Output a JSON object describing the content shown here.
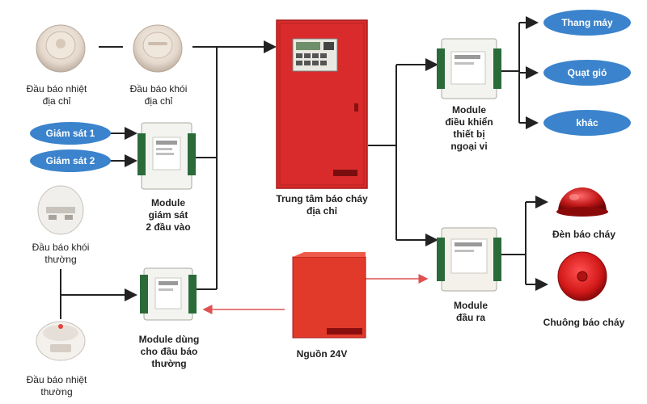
{
  "labels": {
    "heat_addr": [
      "Đầu báo nhiệt",
      "địa chỉ"
    ],
    "smoke_addr": [
      "Đầu báo khói",
      "địa chỉ"
    ],
    "monitor_module": [
      "Module",
      "giám sát",
      "2 đầu vào"
    ],
    "smoke_conv": [
      "Đầu báo khói",
      "thường"
    ],
    "heat_conv": [
      "Đầu báo nhiệt",
      "thường"
    ],
    "conv_module": [
      "Module dùng",
      "cho đầu báo",
      "thường"
    ],
    "panel": [
      "Trung tâm báo cháy",
      "địa chỉ"
    ],
    "power": [
      "Nguồn 24V"
    ],
    "control_module": [
      "Module",
      "điều khiển",
      "thiết bị",
      "ngoại vi"
    ],
    "output_module": [
      "Module",
      "đầu ra"
    ],
    "strobe": [
      "Đèn báo cháy"
    ],
    "bell": [
      "Chuông báo cháy"
    ]
  },
  "pills": {
    "monitor_1": "Giám sát 1",
    "monitor_2": "Giám sát 2",
    "elevator": "Thang máy",
    "fan": "Quạt gió",
    "other": "khác"
  },
  "colors": {
    "pill_blue": "#3b83cc",
    "panel_red": "#d92b2b",
    "line": "#222222",
    "power_line": "#e05050"
  }
}
